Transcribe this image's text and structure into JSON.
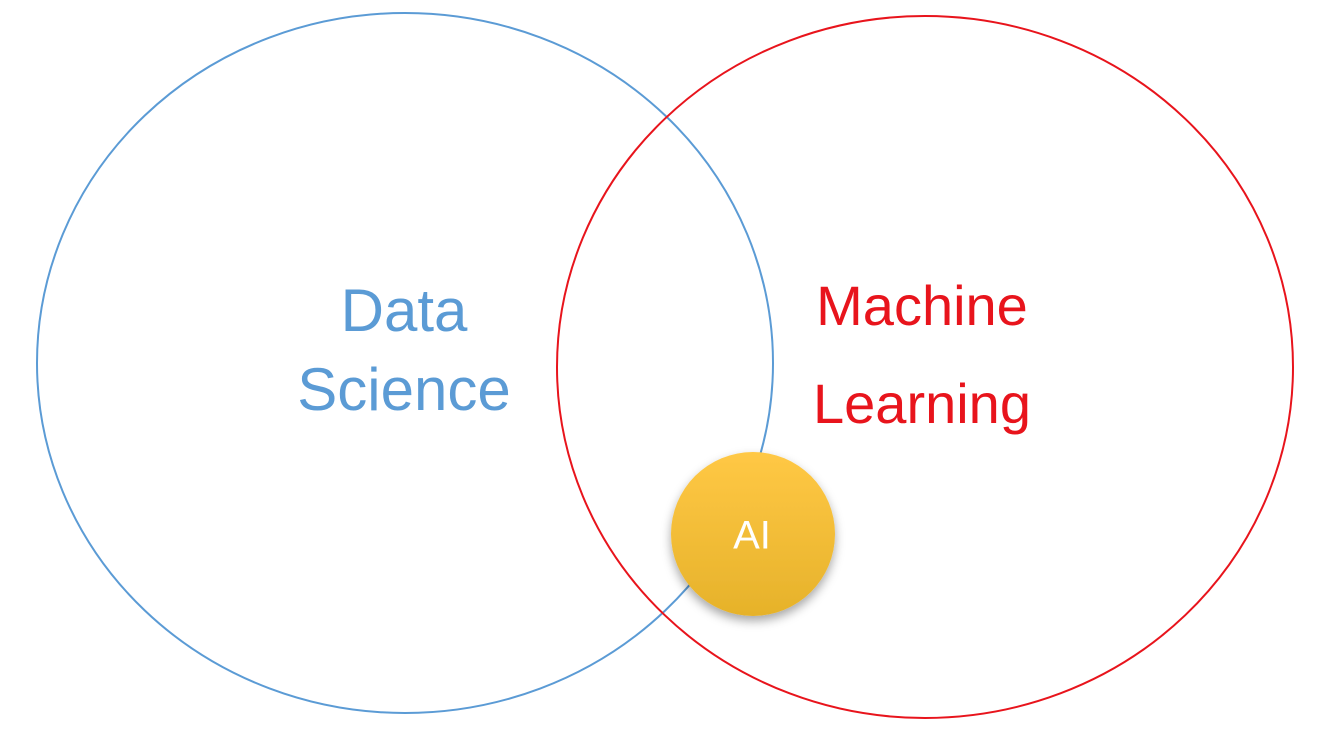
{
  "diagram": {
    "sets": [
      {
        "id": "data-science",
        "label_lines": [
          "Data",
          "Science"
        ],
        "color": "#5B9BD5"
      },
      {
        "id": "machine-learning",
        "label_lines": [
          "Machine",
          "Learning"
        ],
        "color": "#E8141C"
      }
    ],
    "highlight": {
      "label": "AI",
      "fill_top": "#FFC845",
      "fill_bottom": "#E6B22A",
      "text_color": "#ffffff"
    },
    "background": "#ffffff"
  }
}
